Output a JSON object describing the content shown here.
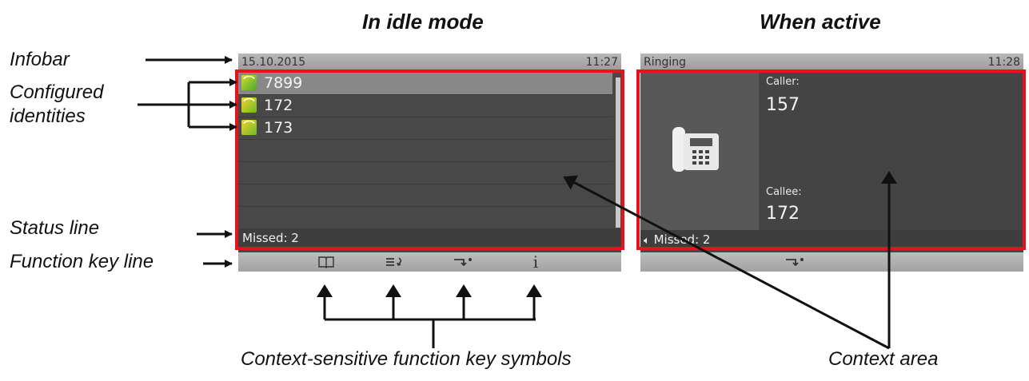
{
  "headings": {
    "idle": "In idle mode",
    "active": "When active"
  },
  "labels": {
    "infobar": "Infobar",
    "configured_line1": "Configured",
    "configured_line2": "identities",
    "status_line": "Status line",
    "function_key_line": "Function key line",
    "function_key_symbols": "Context-sensitive function key symbols",
    "context_area": "Context area"
  },
  "idle_screen": {
    "date": "15.10.2015",
    "time": "11:27",
    "identities": [
      "7899",
      "172",
      "173"
    ],
    "status": "Missed: 2",
    "function_keys": [
      "book-icon",
      "list-redial-icon",
      "forward-icon",
      "info-icon"
    ]
  },
  "active_screen": {
    "infobar_text": "Ringing",
    "time": "11:28",
    "caller_label": "Caller:",
    "caller_value": "157",
    "callee_label": "Callee:",
    "callee_value": "172",
    "status": "Missed: 2",
    "function_keys": [
      "forward-icon"
    ]
  },
  "colors": {
    "highlight": "#e3141b",
    "arrow": "#111111"
  }
}
